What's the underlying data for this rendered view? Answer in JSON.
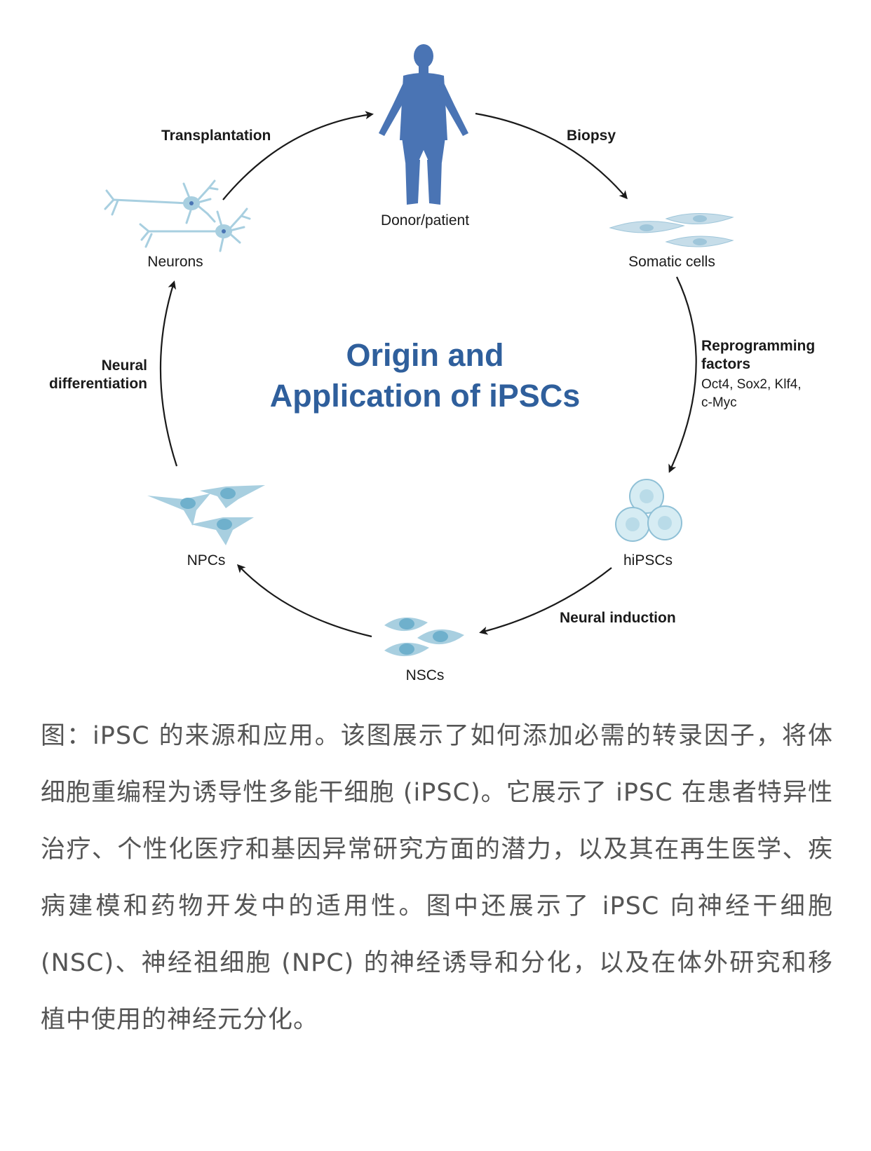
{
  "diagram": {
    "title_line1": "Origin and",
    "title_line2": "Application of iPSCs",
    "nodes": {
      "donor": "Donor/patient",
      "somatic": "Somatic cells",
      "hipscs": "hiPSCs",
      "nscs": "NSCs",
      "npcs": "NPCs",
      "neurons": "Neurons"
    },
    "steps": {
      "biopsy": "Biopsy",
      "reprogramming": "Reprogramming",
      "factors": "factors",
      "factors_list1": "Oct4, Sox2, Klf4,",
      "factors_list2": "c-Myc",
      "neural_induction": "Neural induction",
      "neural": "Neural",
      "differentiation": "differentiation",
      "transplantation": "Transplantation"
    },
    "colors": {
      "title": "#2f5f9c",
      "figure": "#4a74b4",
      "cell_fill": "#a8cfe0",
      "cell_nucleus": "#6fb0cc"
    }
  },
  "caption": "图：iPSC 的来源和应用。该图展示了如何添加必需的转录因子，将体细胞重编程为诱导性多能干细胞 (iPSC)。它展示了 iPSC 在患者特异性治疗、个性化医疗和基因异常研究方面的潜力，以及其在再生医学、疾病建模和药物开发中的适用性。图中还展示了 iPSC 向神经干细胞 (NSC)、神经祖细胞 (NPC) 的神经诱导和分化，以及在体外研究和移植中使用的神经元分化。"
}
